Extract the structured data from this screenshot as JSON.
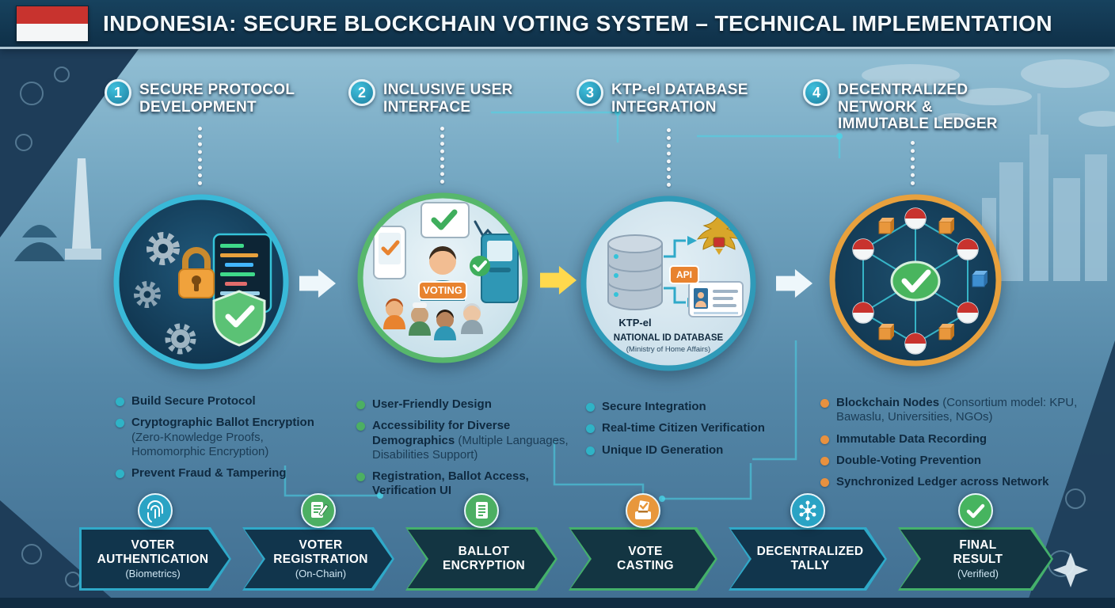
{
  "header": {
    "title": "INDONESIA: SECURE BLOCKCHAIN VOTING SYSTEM – TECHNICAL IMPLEMENTATION"
  },
  "steps": [
    {
      "number": "1",
      "title_lines": [
        "SECURE PROTOCOL",
        "DEVELOPMENT"
      ],
      "bullets": [
        {
          "text": "Build Secure Protocol",
          "sub": ""
        },
        {
          "text": "Cryptographic Ballot Encryption",
          "sub": "(Zero-Knowledge Proofs, Homomorphic Encryption)"
        },
        {
          "text": "Prevent Fraud & Tampering",
          "sub": ""
        }
      ]
    },
    {
      "number": "2",
      "title_lines": [
        "INCLUSIVE USER",
        "INTERFACE"
      ],
      "bullets": [
        {
          "text": "User-Friendly Design",
          "sub": ""
        },
        {
          "text": "Accessibility for Diverse Demographics",
          "sub": "(Multiple Languages, Disabilities Support)"
        },
        {
          "text": "Registration, Ballot Access, Verification UI",
          "sub": ""
        }
      ]
    },
    {
      "number": "3",
      "title_lines": [
        "KTP-el DATABASE",
        "INTEGRATION"
      ],
      "bullets": [
        {
          "text": "Secure Integration",
          "sub": ""
        },
        {
          "text": "Real-time Citizen Verification",
          "sub": ""
        },
        {
          "text": "Unique ID Generation",
          "sub": ""
        }
      ]
    },
    {
      "number": "4",
      "title_lines": [
        "DECENTRALIZED",
        "NETWORK &",
        "IMMUTABLE LEDGER"
      ],
      "bullets": [
        {
          "text": "Blockchain Nodes",
          "sub": "(Consortium model: KPU, Bawaslu, Universities, NGOs)"
        },
        {
          "text": "Immutable Data Recording",
          "sub": ""
        },
        {
          "text": "Double-Voting Prevention",
          "sub": ""
        },
        {
          "text": "Synchronized Ledger across Network",
          "sub": ""
        }
      ]
    }
  ],
  "illustrations": {
    "ui": {
      "voting_label": "VOTING"
    },
    "database": {
      "api_label": "API",
      "ktp_label": "KTP-el",
      "name": "NATIONAL ID DATABASE",
      "ministry": "(Ministry of Home Affairs)"
    }
  },
  "flow": [
    {
      "lines": [
        "VOTER",
        "AUTHENTICATION"
      ],
      "sub": "(Biometrics)",
      "icon": "fingerprint-icon"
    },
    {
      "lines": [
        "VOTER",
        "REGISTRATION"
      ],
      "sub": "(On-Chain)",
      "icon": "document-pencil-icon"
    },
    {
      "lines": [
        "BALLOT",
        "ENCRYPTION"
      ],
      "sub": "",
      "icon": "document-icon"
    },
    {
      "lines": [
        "VOTE",
        "CASTING"
      ],
      "sub": "",
      "icon": "ballot-box-icon"
    },
    {
      "lines": [
        "DECENTRALIZED",
        "TALLY"
      ],
      "sub": "",
      "icon": "network-icon"
    },
    {
      "lines": [
        "FINAL",
        "RESULT"
      ],
      "sub": "(Verified)",
      "icon": "check-icon"
    }
  ],
  "colors": {
    "accent_teal": "#2fa9c9",
    "accent_green": "#44b06b",
    "accent_orange": "#e8913f",
    "header_bg": "#12374f",
    "flag_red": "#c8332e"
  }
}
